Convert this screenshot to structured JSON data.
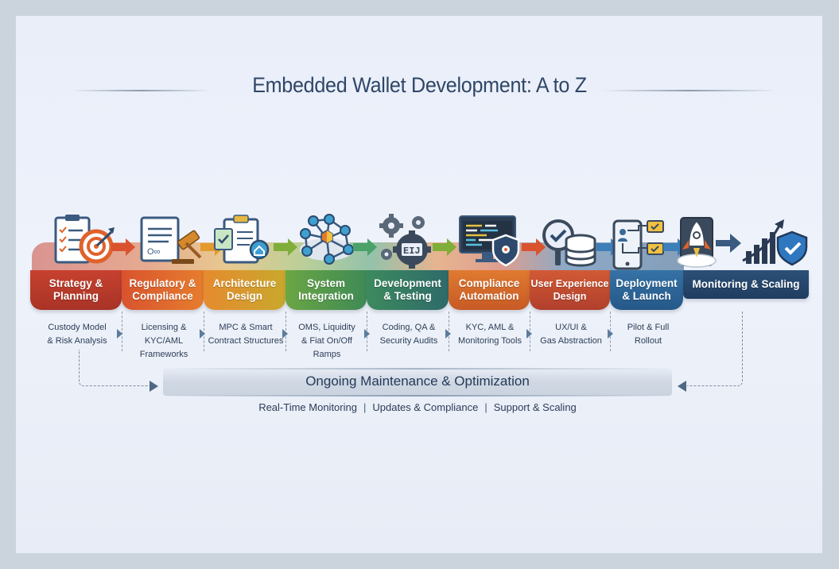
{
  "title": "Embedded Wallet Development: A to Z",
  "colors": {
    "frame": "#cbd3dd",
    "background": "#e9eef9",
    "title": "#2f4666",
    "strategy": "#c0392b",
    "regulatory": "#e06a2c",
    "architecture": "#d99a2a",
    "integration": "#3f8f55",
    "development": "#2f7a66",
    "compliance_automation": "#d9622b",
    "ux": "#c44a30",
    "deployment": "#2f6596",
    "monitoring": "#274a70"
  },
  "stages": [
    {
      "id": "strategy",
      "title_line1": "Strategy &",
      "title_line2": "Planning",
      "sub_line1": "Custody Model",
      "sub_line2": "& Risk Analysis",
      "icon": "clipboard-target-icon"
    },
    {
      "id": "regulatory",
      "title_line1": "Regulatory &",
      "title_line2": "Compliance",
      "sub_line1": "Licensing &",
      "sub_line2": "KYC/AML Frameworks",
      "icon": "document-gavel-icon"
    },
    {
      "id": "architecture",
      "title_line1": "Architecture",
      "title_line2": "Design",
      "sub_line1": "MPC & Smart",
      "sub_line2": "Contract Structures",
      "icon": "clipboard-blueprint-icon"
    },
    {
      "id": "integration",
      "title_line1": "System",
      "title_line2": "Integration",
      "sub_line1": "OMS, Liquidity",
      "sub_line2": "& Fiat On/Off Ramps",
      "icon": "network-nodes-icon"
    },
    {
      "id": "development",
      "title_line1": "Development",
      "title_line2": "& Testing",
      "sub_line1": "Coding, QA &",
      "sub_line2": "Security Audits",
      "icon": "gears-code-icon"
    },
    {
      "id": "compliance_automation",
      "title_line1": "Compliance",
      "title_line2": "Automation",
      "sub_line1": "KYC, AML &",
      "sub_line2": "Monitoring Tools",
      "icon": "monitor-shield-icon"
    },
    {
      "id": "ux",
      "title_line1": "User Experience",
      "title_line2": "Design",
      "sub_line1": "UX/UI &",
      "sub_line2": "Gas Abstraction",
      "icon": "magnifier-database-icon"
    },
    {
      "id": "deployment",
      "title_line1": "Deployment",
      "title_line2": "& Launch",
      "sub_line1": "Pilot & Full",
      "sub_line2": "Rollout",
      "icon": "phone-flow-icon"
    },
    {
      "id": "monitoring",
      "title_line1": "Monitoring & Scaling",
      "title_line2": "",
      "sub_line1": "",
      "sub_line2": "",
      "icon": "rocket-growth-shield-icon"
    }
  ],
  "maintenance": {
    "title": "Ongoing Maintenance & Optimization",
    "items": [
      "Real-Time Monitoring",
      "Updates & Compliance",
      "Support & Scaling"
    ],
    "separator": "|"
  }
}
